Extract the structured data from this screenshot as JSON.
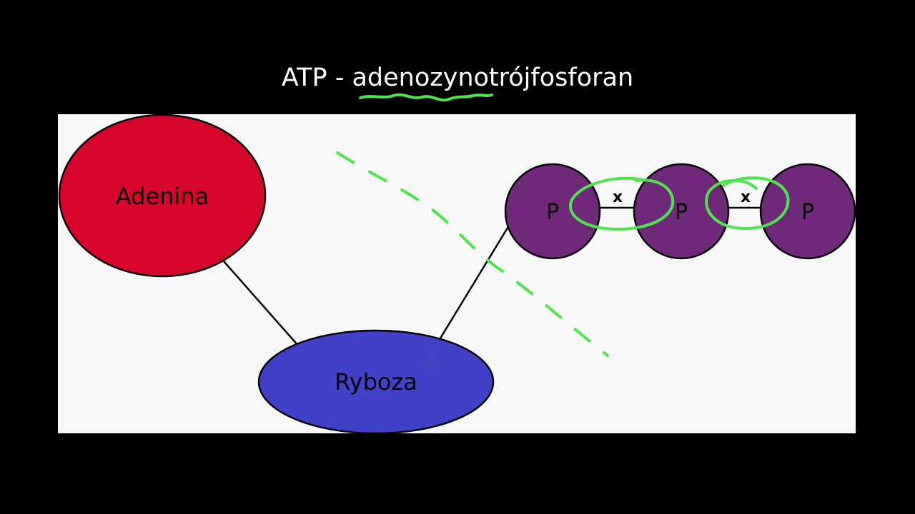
{
  "title": {
    "prefix": "ATP - ",
    "highlighted": "adenozynotrójfosforan",
    "highlight_color": "#4ce64c"
  },
  "nodes": {
    "adenina": {
      "label": "Adenina",
      "color": "#d6062b"
    },
    "ryboza": {
      "label": "Ryboza",
      "color": "#4040c8"
    },
    "phosphates": [
      {
        "label": "P",
        "color": "#70287a"
      },
      {
        "label": "P",
        "color": "#70287a"
      },
      {
        "label": "P",
        "color": "#70287a"
      }
    ]
  },
  "bonds": [
    {
      "label": "x"
    },
    {
      "label": "x"
    }
  ],
  "annotation_color": "#4ce64c",
  "panel_color": "#f8f8f8"
}
